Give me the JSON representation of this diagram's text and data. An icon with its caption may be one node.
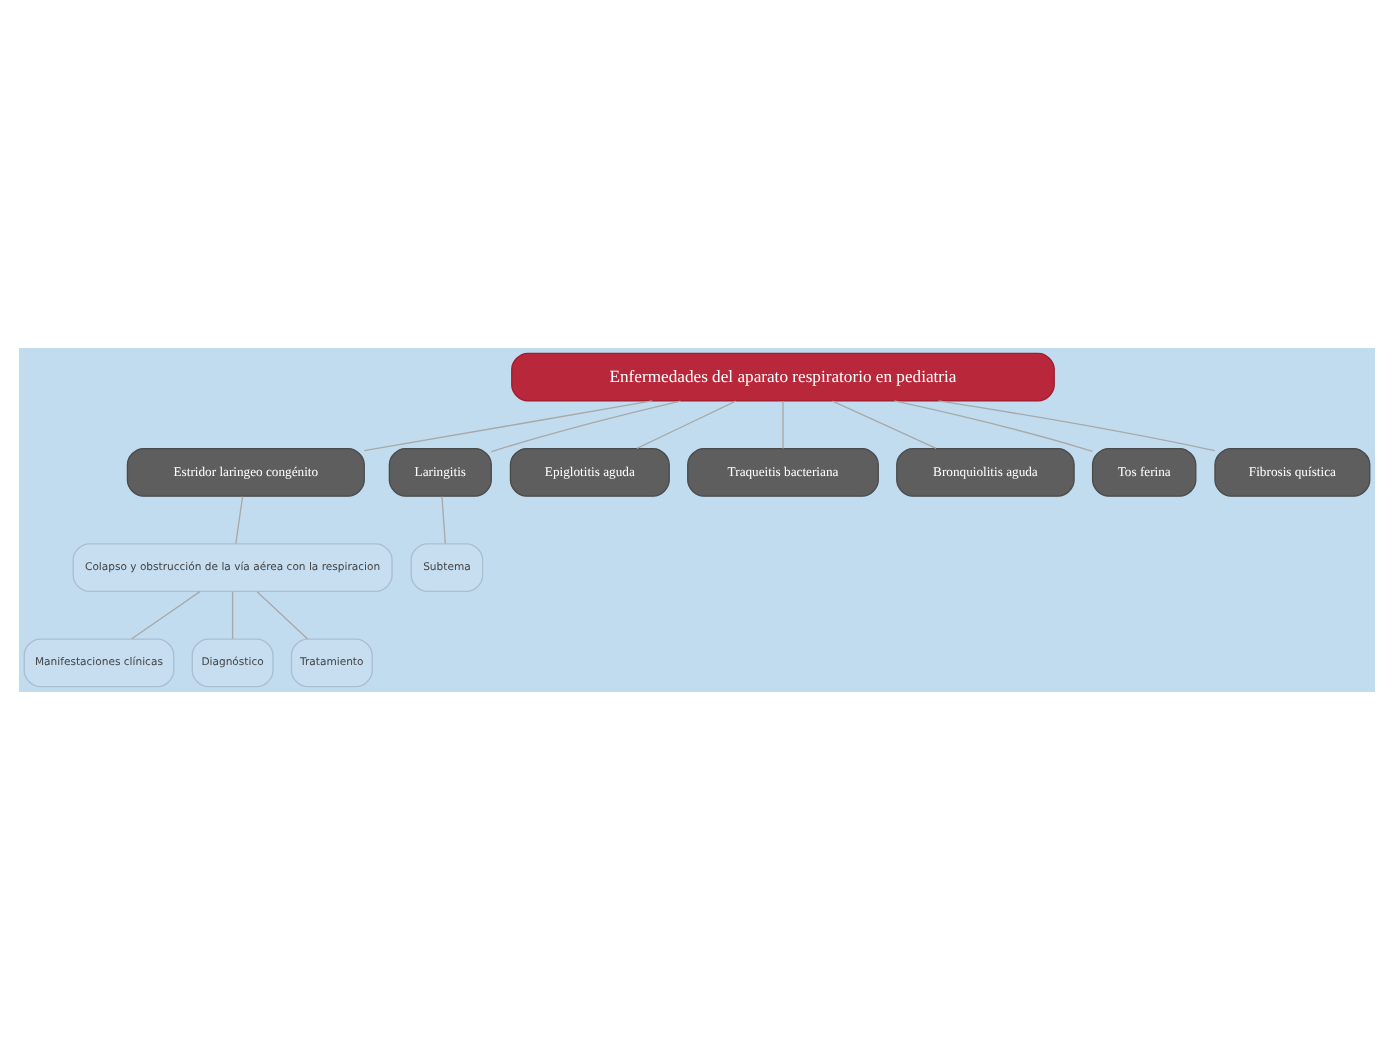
{
  "diagram": {
    "nodes": [
      {
        "text": [
          "Enfermedades del aparato respiratorio en pediatria"
        ]
      },
      {
        "text": [
          "Estridor laringeo congénito"
        ]
      },
      {
        "text": [
          "Laringitis"
        ]
      },
      {
        "text": [
          "Epiglotitis aguda"
        ]
      },
      {
        "text": [
          "Colapso y obstrucción de la vía aérea con la respiracion"
        ]
      },
      {
        "text": [
          "Subtema"
        ]
      },
      {
        "text": [
          "Manifestaciones clínicas"
        ]
      },
      {
        "text": [
          "Diagnóstico"
        ]
      },
      {
        "text": [
          "Tratamiento"
        ]
      },
      {
        "text": [
          "Traqueitis bacteriana"
        ]
      },
      {
        "text": [
          "Bronquiolitis aguda"
        ]
      },
      {
        "text": [
          "Tos ferina"
        ]
      },
      {
        "text": [
          "Fibrosis quística"
        ]
      }
    ],
    "edges": [
      {
        "from": 0,
        "to": 1,
        "arrow": "none"
      },
      {
        "from": 0,
        "to": 9,
        "arrow": "none"
      },
      {
        "from": 0,
        "to": 12,
        "arrow": "none"
      },
      {
        "from": 0,
        "to": 10,
        "arrow": "none"
      },
      {
        "from": 0,
        "to": 2,
        "arrow": "none"
      },
      {
        "from": 0,
        "to": 11,
        "arrow": "none"
      },
      {
        "from": 0,
        "to": 3,
        "arrow": "none"
      },
      {
        "from": 1,
        "to": 4,
        "arrow": "none"
      },
      {
        "from": 2,
        "to": 5,
        "arrow": "none"
      },
      {
        "from": 4,
        "to": 6,
        "arrow": "none"
      },
      {
        "from": 4,
        "to": 7,
        "arrow": "none"
      },
      {
        "from": 4,
        "to": 8,
        "arrow": "none"
      }
    ]
  }
}
